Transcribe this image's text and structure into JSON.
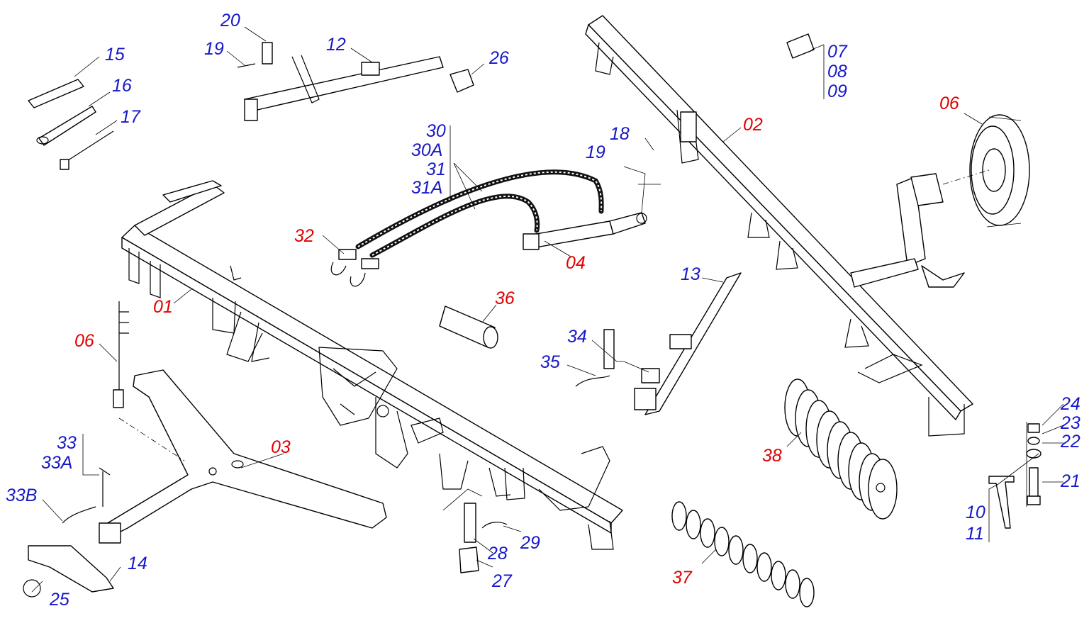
{
  "colors": {
    "red_label": "#e00000",
    "blue_label": "#1717c8",
    "line": "#000000",
    "background": "#ffffff"
  },
  "labels": {
    "p01": "01",
    "p02": "02",
    "p03": "03",
    "p04": "04",
    "p06_wheel": "06",
    "p06_jack": "06",
    "p07": "07",
    "p08": "08",
    "p09": "09",
    "p10": "10",
    "p11": "11",
    "p12": "12",
    "p13": "13",
    "p14": "14",
    "p15": "15",
    "p16": "16",
    "p17": "17",
    "p18": "18",
    "p19_top": "19",
    "p19_cyl": "19",
    "p20": "20",
    "p21": "21",
    "p22": "22",
    "p23": "23",
    "p24": "24",
    "p25": "25",
    "p26": "26",
    "p27": "27",
    "p28": "28",
    "p29": "29",
    "p30": "30",
    "p30a": "30A",
    "p31": "31",
    "p31a": "31A",
    "p32": "32",
    "p33": "33",
    "p33a": "33A",
    "p33b": "33B",
    "p34": "34",
    "p35": "35",
    "p36": "36",
    "p37": "37",
    "p38": "38"
  }
}
